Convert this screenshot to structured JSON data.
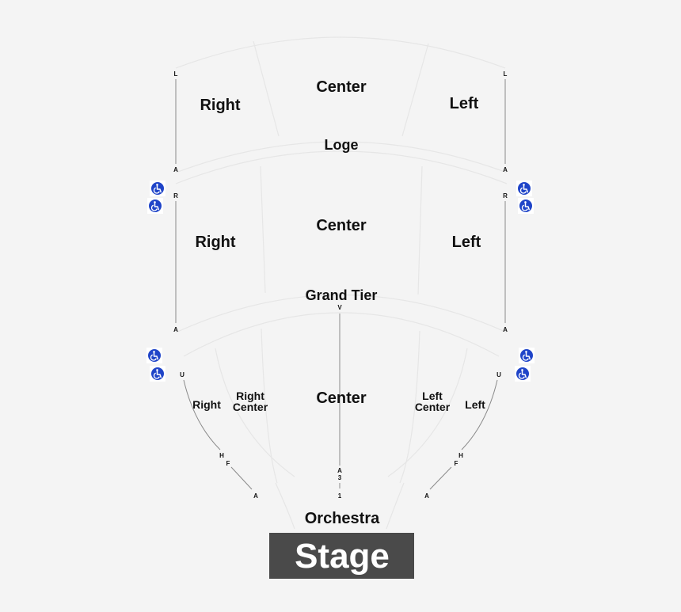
{
  "loge": {
    "label": "Loge",
    "right": "Right",
    "center": "Center",
    "left": "Left",
    "row_first": "A",
    "row_last": "L"
  },
  "grand_tier": {
    "label": "Grand Tier",
    "right": "Right",
    "center": "Center",
    "left": "Left",
    "row_first": "A",
    "row_last": "R"
  },
  "orchestra": {
    "label": "Orchestra",
    "right": "Right",
    "right_center": [
      "Right",
      "Center"
    ],
    "center": "Center",
    "left_center": [
      "Left",
      "Center"
    ],
    "left": "Left",
    "center_rows": [
      "V",
      "A",
      "3",
      "1"
    ],
    "side_rows": [
      "U",
      "H",
      "F",
      "A"
    ]
  },
  "stage": {
    "label": "Stage"
  },
  "colors": {
    "background": "#f4f4f4",
    "stage": "#4a4a4a",
    "accessible": "#1f44c8",
    "lines": "#e8e8e8"
  },
  "icons": [
    "wheelchair-icon"
  ]
}
